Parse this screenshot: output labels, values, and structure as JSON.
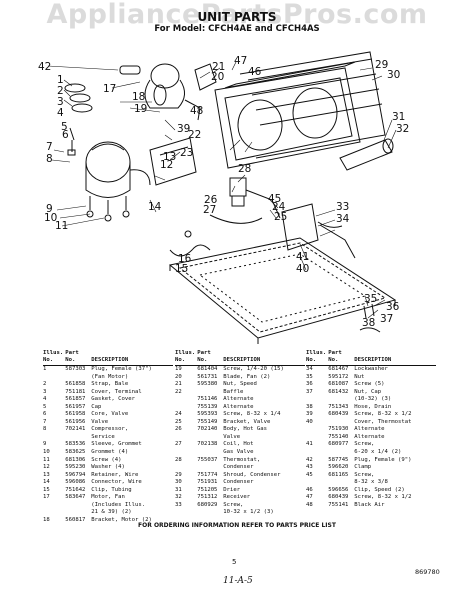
{
  "watermark": "AppliancePartsPros.com",
  "header": {
    "title": "UNIT PARTS",
    "subtitle": "For Model: CFCH4AE and CFCH4AS"
  },
  "callouts": [
    "42",
    "1",
    "2",
    "3",
    "4",
    "5",
    "6",
    "7",
    "8",
    "9",
    "10",
    "11",
    "12",
    "13",
    "14",
    "15",
    "16",
    "17",
    "18",
    "19",
    "20",
    "21",
    "22",
    "23",
    "24",
    "25",
    "26",
    "27",
    "28",
    "29",
    "30",
    "31",
    "32",
    "33",
    "34",
    "35",
    "36",
    "37",
    "38",
    "39",
    "40",
    "41",
    "45",
    "46",
    "47",
    "48"
  ],
  "table": {
    "headers": {
      "illus": "Illus. No.",
      "part": "Part No.",
      "desc": "DESCRIPTION"
    },
    "columns": [
      [
        {
          "illus": "1",
          "part": "587303",
          "desc": "Plug, Female (37\")"
        },
        {
          "illus": "",
          "part": "",
          "desc": "(Fan Motor)"
        },
        {
          "illus": "2",
          "part": "561858",
          "desc": "Strap, Bale"
        },
        {
          "illus": "3",
          "part": "751181",
          "desc": "Cover, Terminal"
        },
        {
          "illus": "4",
          "part": "561857",
          "desc": "Gasket, Cover"
        },
        {
          "illus": "5",
          "part": "561957",
          "desc": "Cap"
        },
        {
          "illus": "6",
          "part": "561958",
          "desc": "Core, Valve"
        },
        {
          "illus": "7",
          "part": "561956",
          "desc": "Valve"
        },
        {
          "illus": "8",
          "part": "702141",
          "desc": "Compressor,"
        },
        {
          "illus": "",
          "part": "",
          "desc": "Service"
        },
        {
          "illus": "9",
          "part": "583536",
          "desc": "Sleeve, Grommet"
        },
        {
          "illus": "10",
          "part": "583625",
          "desc": "Grommet (4)"
        },
        {
          "illus": "11",
          "part": "681306",
          "desc": "Screw (4)"
        },
        {
          "illus": "12",
          "part": "595230",
          "desc": "Washer (4)"
        },
        {
          "illus": "13",
          "part": "596794",
          "desc": "Retainer, Wire"
        },
        {
          "illus": "14",
          "part": "596086",
          "desc": "Connector, Wire"
        },
        {
          "illus": "15",
          "part": "751642",
          "desc": "Clip, Tubing"
        },
        {
          "illus": "17",
          "part": "583647",
          "desc": "Motor, Fan"
        },
        {
          "illus": "",
          "part": "",
          "desc": "(Includes Illus."
        },
        {
          "illus": "",
          "part": "",
          "desc": "21 & 39) (2)"
        },
        {
          "illus": "18",
          "part": "560817",
          "desc": "Bracket, Motor (2)"
        }
      ],
      [
        {
          "illus": "19",
          "part": "681404",
          "desc": "Screw, 1/4-20 (15)"
        },
        {
          "illus": "20",
          "part": "561731",
          "desc": "Blade, Fan (2)"
        },
        {
          "illus": "21",
          "part": "595380",
          "desc": "Nut, Speed"
        },
        {
          "illus": "22",
          "part": "",
          "desc": "Baffle"
        },
        {
          "illus": "",
          "part": "751146",
          "desc": "Alternate"
        },
        {
          "illus": "",
          "part": "755139",
          "desc": "Alternate"
        },
        {
          "illus": "24",
          "part": "595393",
          "desc": "Screw, 8-32 x 1/4"
        },
        {
          "illus": "25",
          "part": "755149",
          "desc": "Bracket, Valve"
        },
        {
          "illus": "26",
          "part": "702140",
          "desc": "Body, Hot Gas"
        },
        {
          "illus": "",
          "part": "",
          "desc": "Valve"
        },
        {
          "illus": "27",
          "part": "702138",
          "desc": "Coil, Hot"
        },
        {
          "illus": "",
          "part": "",
          "desc": "Gas Valve"
        },
        {
          "illus": "28",
          "part": "755037",
          "desc": "Thermostat,"
        },
        {
          "illus": "",
          "part": "",
          "desc": "Condenser"
        },
        {
          "illus": "29",
          "part": "751774",
          "desc": "Shroud, Condenser"
        },
        {
          "illus": "30",
          "part": "751931",
          "desc": "Condenser"
        },
        {
          "illus": "31",
          "part": "751205",
          "desc": "Drier"
        },
        {
          "illus": "32",
          "part": "751312",
          "desc": "Receiver"
        },
        {
          "illus": "33",
          "part": "680929",
          "desc": "Screw,"
        },
        {
          "illus": "",
          "part": "",
          "desc": "10-32 x 1/2 (3)"
        }
      ],
      [
        {
          "illus": "34",
          "part": "681467",
          "desc": "Lockwasher"
        },
        {
          "illus": "35",
          "part": "595172",
          "desc": "Nut"
        },
        {
          "illus": "36",
          "part": "681087",
          "desc": "Screw (5)"
        },
        {
          "illus": "37",
          "part": "681432",
          "desc": "Nut, Cap"
        },
        {
          "illus": "",
          "part": "",
          "desc": "(10-32) (3)"
        },
        {
          "illus": "38",
          "part": "751343",
          "desc": "Hose, Drain"
        },
        {
          "illus": "39",
          "part": "680439",
          "desc": "Screw, 8-32 x 1/2"
        },
        {
          "illus": "40",
          "part": "",
          "desc": "Cover, Thermostat"
        },
        {
          "illus": "",
          "part": "751930",
          "desc": "Alternate"
        },
        {
          "illus": "",
          "part": "755140",
          "desc": "Alternate"
        },
        {
          "illus": "41",
          "part": "680977",
          "desc": "Screw,"
        },
        {
          "illus": "",
          "part": "",
          "desc": "6-20 x 1/4 (2)"
        },
        {
          "illus": "42",
          "part": "587745",
          "desc": "Plug, Female (9\")"
        },
        {
          "illus": "43",
          "part": "596620",
          "desc": "Clamp"
        },
        {
          "illus": "45",
          "part": "681165",
          "desc": "Screw,"
        },
        {
          "illus": "",
          "part": "",
          "desc": "8-32 x 3/8"
        },
        {
          "illus": "46",
          "part": "596656",
          "desc": "Clip, Speed (2)"
        },
        {
          "illus": "47",
          "part": "680439",
          "desc": "Screw, 8-32 x 1/2"
        },
        {
          "illus": "48",
          "part": "755141",
          "desc": "Black Air"
        }
      ]
    ]
  },
  "footer": {
    "note": "FOR ORDERING INFORMATION REFER TO PARTS PRICE LIST",
    "page_number": "5",
    "doc_number": "869780",
    "handwritten": "11-A-5"
  }
}
